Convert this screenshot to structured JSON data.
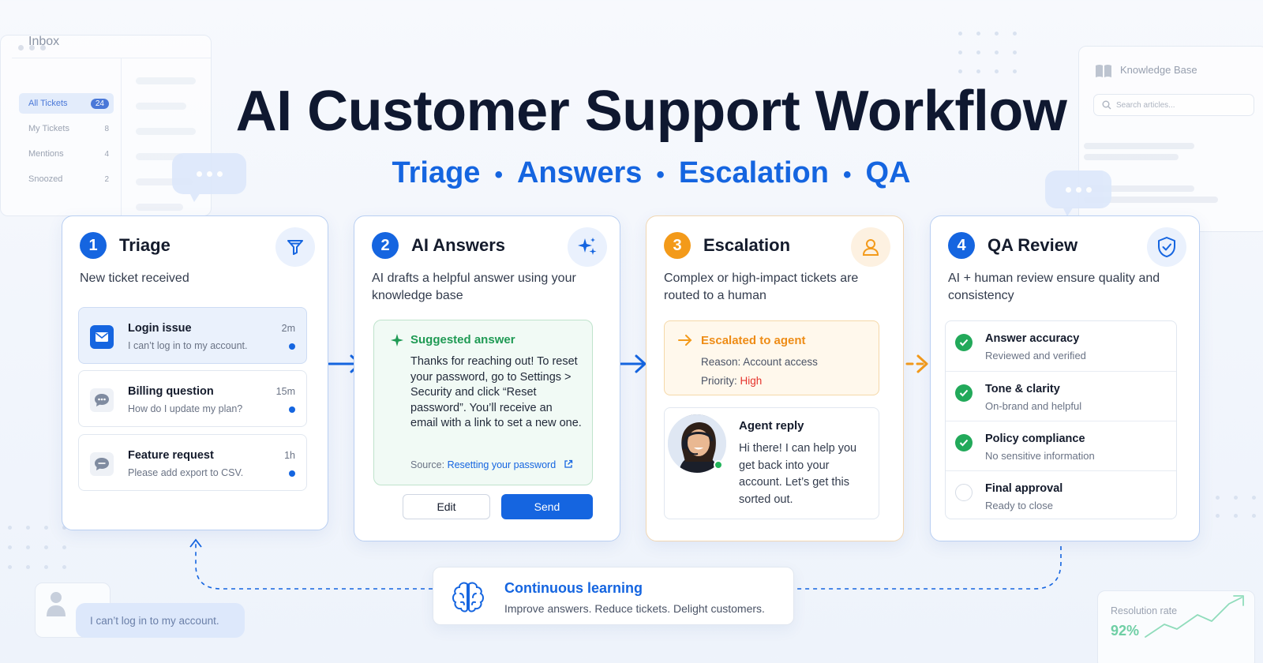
{
  "title": "AI Customer Support Workflow",
  "subtitle": {
    "items": [
      "Triage",
      "Answers",
      "Escalation",
      "QA"
    ],
    "separator": "•"
  },
  "inbox": {
    "title": "Inbox",
    "items": [
      {
        "label": "All Tickets",
        "count": "24"
      },
      {
        "label": "My Tickets",
        "count": "8"
      },
      {
        "label": "Mentions",
        "count": "4"
      },
      {
        "label": "Snoozed",
        "count": "2"
      }
    ]
  },
  "knowledge_base": {
    "title": "Knowledge Base",
    "search_placeholder": "Search articles..."
  },
  "cards": {
    "triage": {
      "step": "1",
      "title": "Triage",
      "desc": "New ticket received",
      "tickets": [
        {
          "title": "Login issue",
          "text": "I can’t log in to my account.",
          "time": "2m"
        },
        {
          "title": "Billing question",
          "text": "How do I update my plan?",
          "time": "15m"
        },
        {
          "title": "Feature request",
          "text": "Please add export to CSV.",
          "time": "1h"
        }
      ]
    },
    "answers": {
      "step": "2",
      "title": "AI Answers",
      "desc": "AI drafts a helpful answer using your knowledge base",
      "suggested_title": "Suggested answer",
      "suggested_body": "Thanks for reaching out! To reset your password, go to Settings > Security and click “Reset password”. You’ll receive an email with a link to set a new one.",
      "source_label": "Source:",
      "source_link": "Resetting your password",
      "edit_label": "Edit",
      "send_label": "Send"
    },
    "escalation": {
      "step": "3",
      "title": "Escalation",
      "desc": "Complex or high-impact tickets are routed to a human",
      "box_title": "Escalated to agent",
      "reason": "Reason: Account access",
      "priority_label": "Priority:",
      "priority_value": "High",
      "reply_title": "Agent reply",
      "reply_text": "Hi there! I can help you get back into your account. Let’s get this sorted out."
    },
    "qa": {
      "step": "4",
      "title": "QA Review",
      "desc": "AI + human review ensure quality and consistency",
      "checks": [
        {
          "title": "Answer accuracy",
          "text": "Reviewed and verified",
          "done": true
        },
        {
          "title": "Tone & clarity",
          "text": "On-brand and helpful",
          "done": true
        },
        {
          "title": "Policy compliance",
          "text": "No sensitive information",
          "done": true
        },
        {
          "title": "Final approval",
          "text": "Ready to close",
          "done": false
        }
      ]
    }
  },
  "learning": {
    "title": "Continuous learning",
    "text": "Improve answers. Reduce tickets. Delight customers."
  },
  "chat_preview": "I can’t log in to my account.",
  "resolution": {
    "label": "Resolution rate",
    "value": "92%"
  },
  "colors": {
    "primary": "#1565e0",
    "green": "#22a95a",
    "orange": "#f39a1a",
    "high": "#e5322b"
  }
}
